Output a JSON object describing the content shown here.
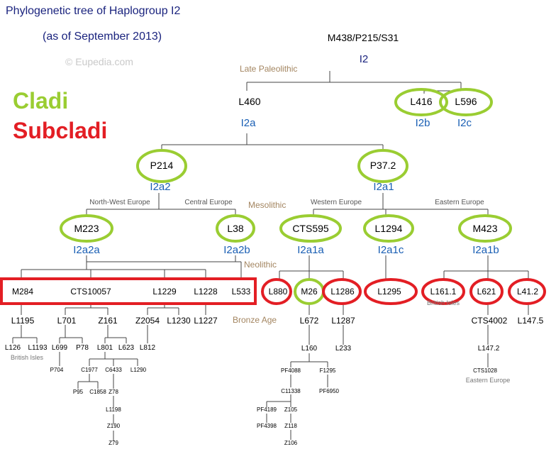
{
  "title": {
    "line1": "Phylogenetic tree of Haplogroup I2",
    "line2": "(as of September 2013)"
  },
  "watermark": "© Eupedia.com",
  "legend": {
    "clades": "Cladi",
    "subclades": "Subcladi",
    "clade_color": "#9acd32",
    "subclade_color": "#e31e24"
  },
  "eras": {
    "late_paleolithic": "Late Paleolithic",
    "mesolithic": "Mesolithic",
    "neolithic": "Neolithic",
    "bronze_age": "Bronze Age"
  },
  "regions": {
    "north_west_europe": "North-West Europe",
    "central_europe": "Central Europe",
    "western_europe": "Western Europe",
    "eastern_europe": "Eastern Europe",
    "british_isles": "British Isles",
    "british_isles_2": "British Isles",
    "eastern_europe_2": "Eastern Europe"
  },
  "root": {
    "snp": "M438/P215/S31",
    "name": "I2"
  },
  "level1": {
    "l460": "L460",
    "i2a": "I2a",
    "l416": "L416",
    "i2b": "I2b",
    "l596": "L596",
    "i2c": "I2c"
  },
  "level2": {
    "p214": "P214",
    "i2a2": "I2a2",
    "p37": "P37.2",
    "i2a1": "I2a1"
  },
  "level3": {
    "m223": "M223",
    "i2a2a": "I2a2a",
    "l38": "L38",
    "i2a2b": "I2a2b",
    "cts595": "CTS595",
    "i2a1a": "I2a1a",
    "l1294": "L1294",
    "i2a1c": "I2a1c",
    "m423": "M423",
    "i2a1b": "I2a1b"
  },
  "level4": {
    "m284": "M284",
    "cts10057": "CTS10057",
    "l1229": "L1229",
    "l1228": "L1228",
    "l533": "L533",
    "l880": "L880",
    "m26": "M26",
    "l1286": "L1286",
    "l1295": "L1295",
    "l161": "L161.1",
    "l621": "L621",
    "l412": "L41.2"
  },
  "level5": {
    "l1195": "L1195",
    "l701": "L701",
    "z161": "Z161",
    "z2054": "Z2054",
    "l1230": "L1230",
    "l1227": "L1227",
    "l672": "L672",
    "l1287": "L1287",
    "cts4002": "CTS4002",
    "l1475": "L147.5"
  },
  "level6": {
    "l126": "L126",
    "l1193": "L1193",
    "l699": "L699",
    "p78": "P78",
    "l801": "L801",
    "l623": "L623",
    "l812": "L812",
    "l160": "L160",
    "l233": "L233",
    "l1472": "L147.2"
  },
  "level7": {
    "p704": "P704",
    "c1977": "C1977",
    "c6433": "C6433",
    "l1290": "L1290",
    "pf4088": "PF4088",
    "f1295": "F1295",
    "cts1028": "CTS1028"
  },
  "level8": {
    "p95": "P95",
    "c1858": "C1858",
    "z78": "Z78",
    "c11338": "C11338",
    "pf6950": "PF6950"
  },
  "level9": {
    "l1198": "L1198",
    "pf4189": "PF4189",
    "z105": "Z105",
    "z190": "Z190",
    "pf4398": "PF4398",
    "z118": "Z118",
    "z79": "Z79",
    "z106": "Z106"
  }
}
